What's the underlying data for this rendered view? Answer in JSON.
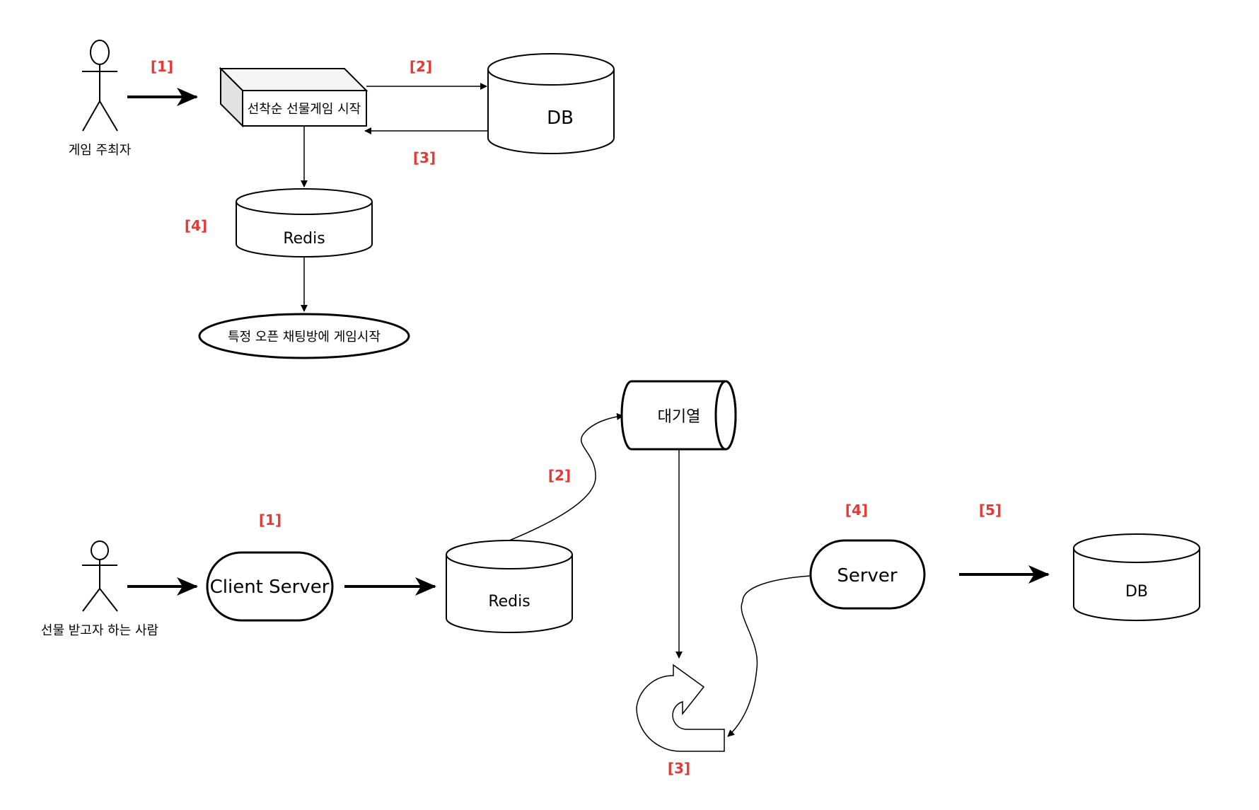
{
  "colors": {
    "stroke": "#000000",
    "fill": "#ffffff",
    "step": "#e53935"
  },
  "top_flow": {
    "actor_label": "게임 주최자",
    "process_box_label": "선착순 선물게임 시작",
    "db_label": "DB",
    "redis_label": "Redis",
    "terminal_label": "특정 오픈 채팅방에 게임시작",
    "steps": [
      "[1]",
      "[2]",
      "[3]",
      "[4]"
    ]
  },
  "bottom_flow": {
    "actor_label": "선물 받고자 하는 사람",
    "client_server_label": "Client Server",
    "redis_label": "Redis",
    "queue_label": "대기열",
    "server_label": "Server",
    "db_label": "DB",
    "steps": [
      "[1]",
      "[2]",
      "[3]",
      "[4]",
      "[5]"
    ]
  }
}
